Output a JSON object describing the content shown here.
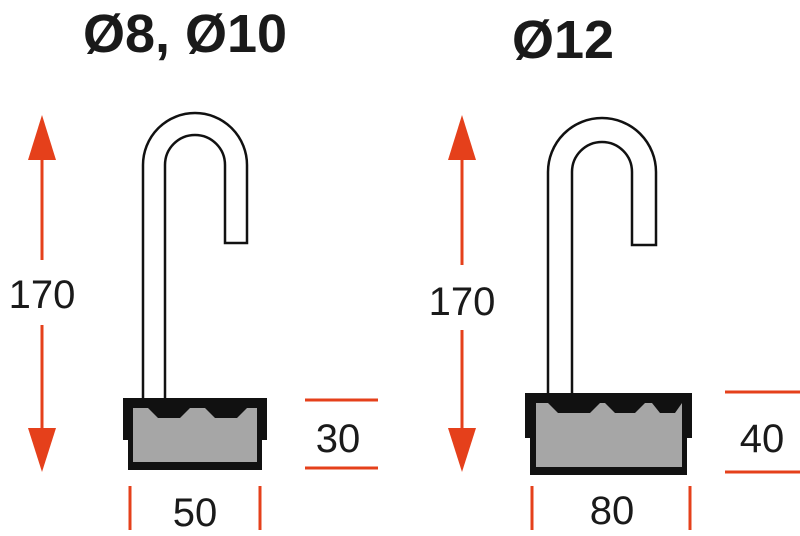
{
  "left": {
    "title": "Ø8, Ø10",
    "height_label": "170",
    "base_height_label": "30",
    "base_width_label": "50"
  },
  "right": {
    "title": "Ø12",
    "height_label": "170",
    "base_height_label": "40",
    "base_width_label": "80"
  },
  "colors": {
    "dimension": "#e5401b",
    "base_fill": "#a6a6a6",
    "outline": "#111111"
  }
}
